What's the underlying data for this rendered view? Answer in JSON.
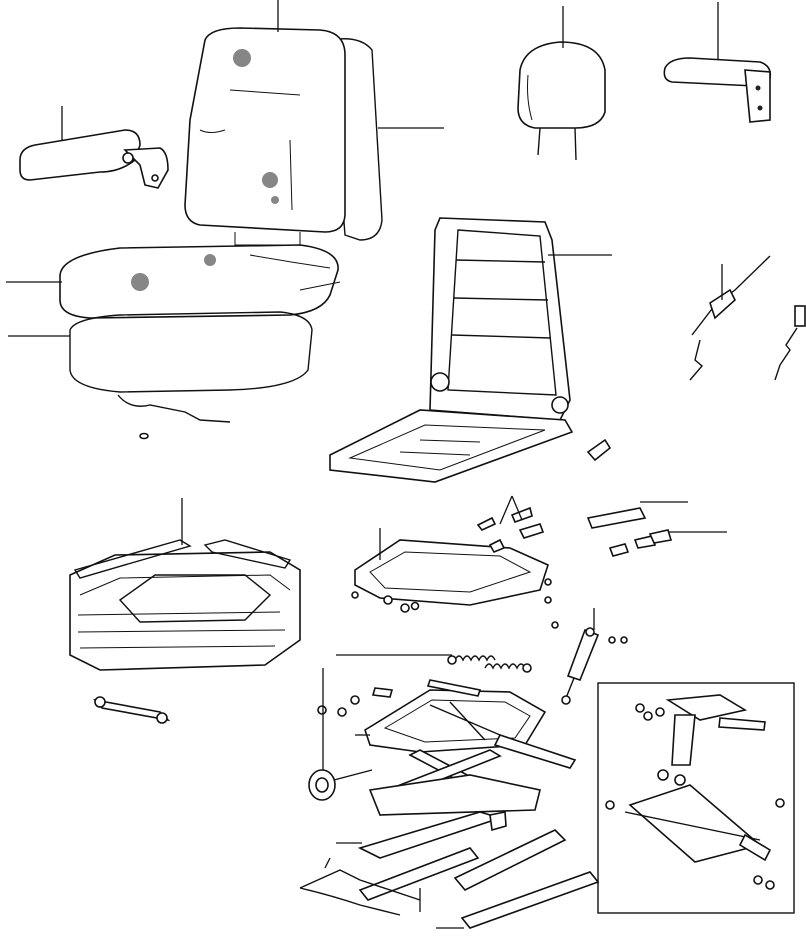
{
  "diagram": {
    "type": "exploded-parts-view",
    "line_color": "#111111",
    "background": "#ffffff",
    "parts": [
      "backrest-cushion",
      "headrest",
      "armrest-right",
      "armrest-left",
      "seat-cushion",
      "seat-foam-base",
      "backrest-frame",
      "adjustment-lever-cable",
      "seat-pan-frame",
      "suspension-top-frame",
      "suspension-springs",
      "shock-absorber",
      "scissor-suspension",
      "height-adjust-knob",
      "slide-rails",
      "detail-inset-mechanism"
    ]
  }
}
